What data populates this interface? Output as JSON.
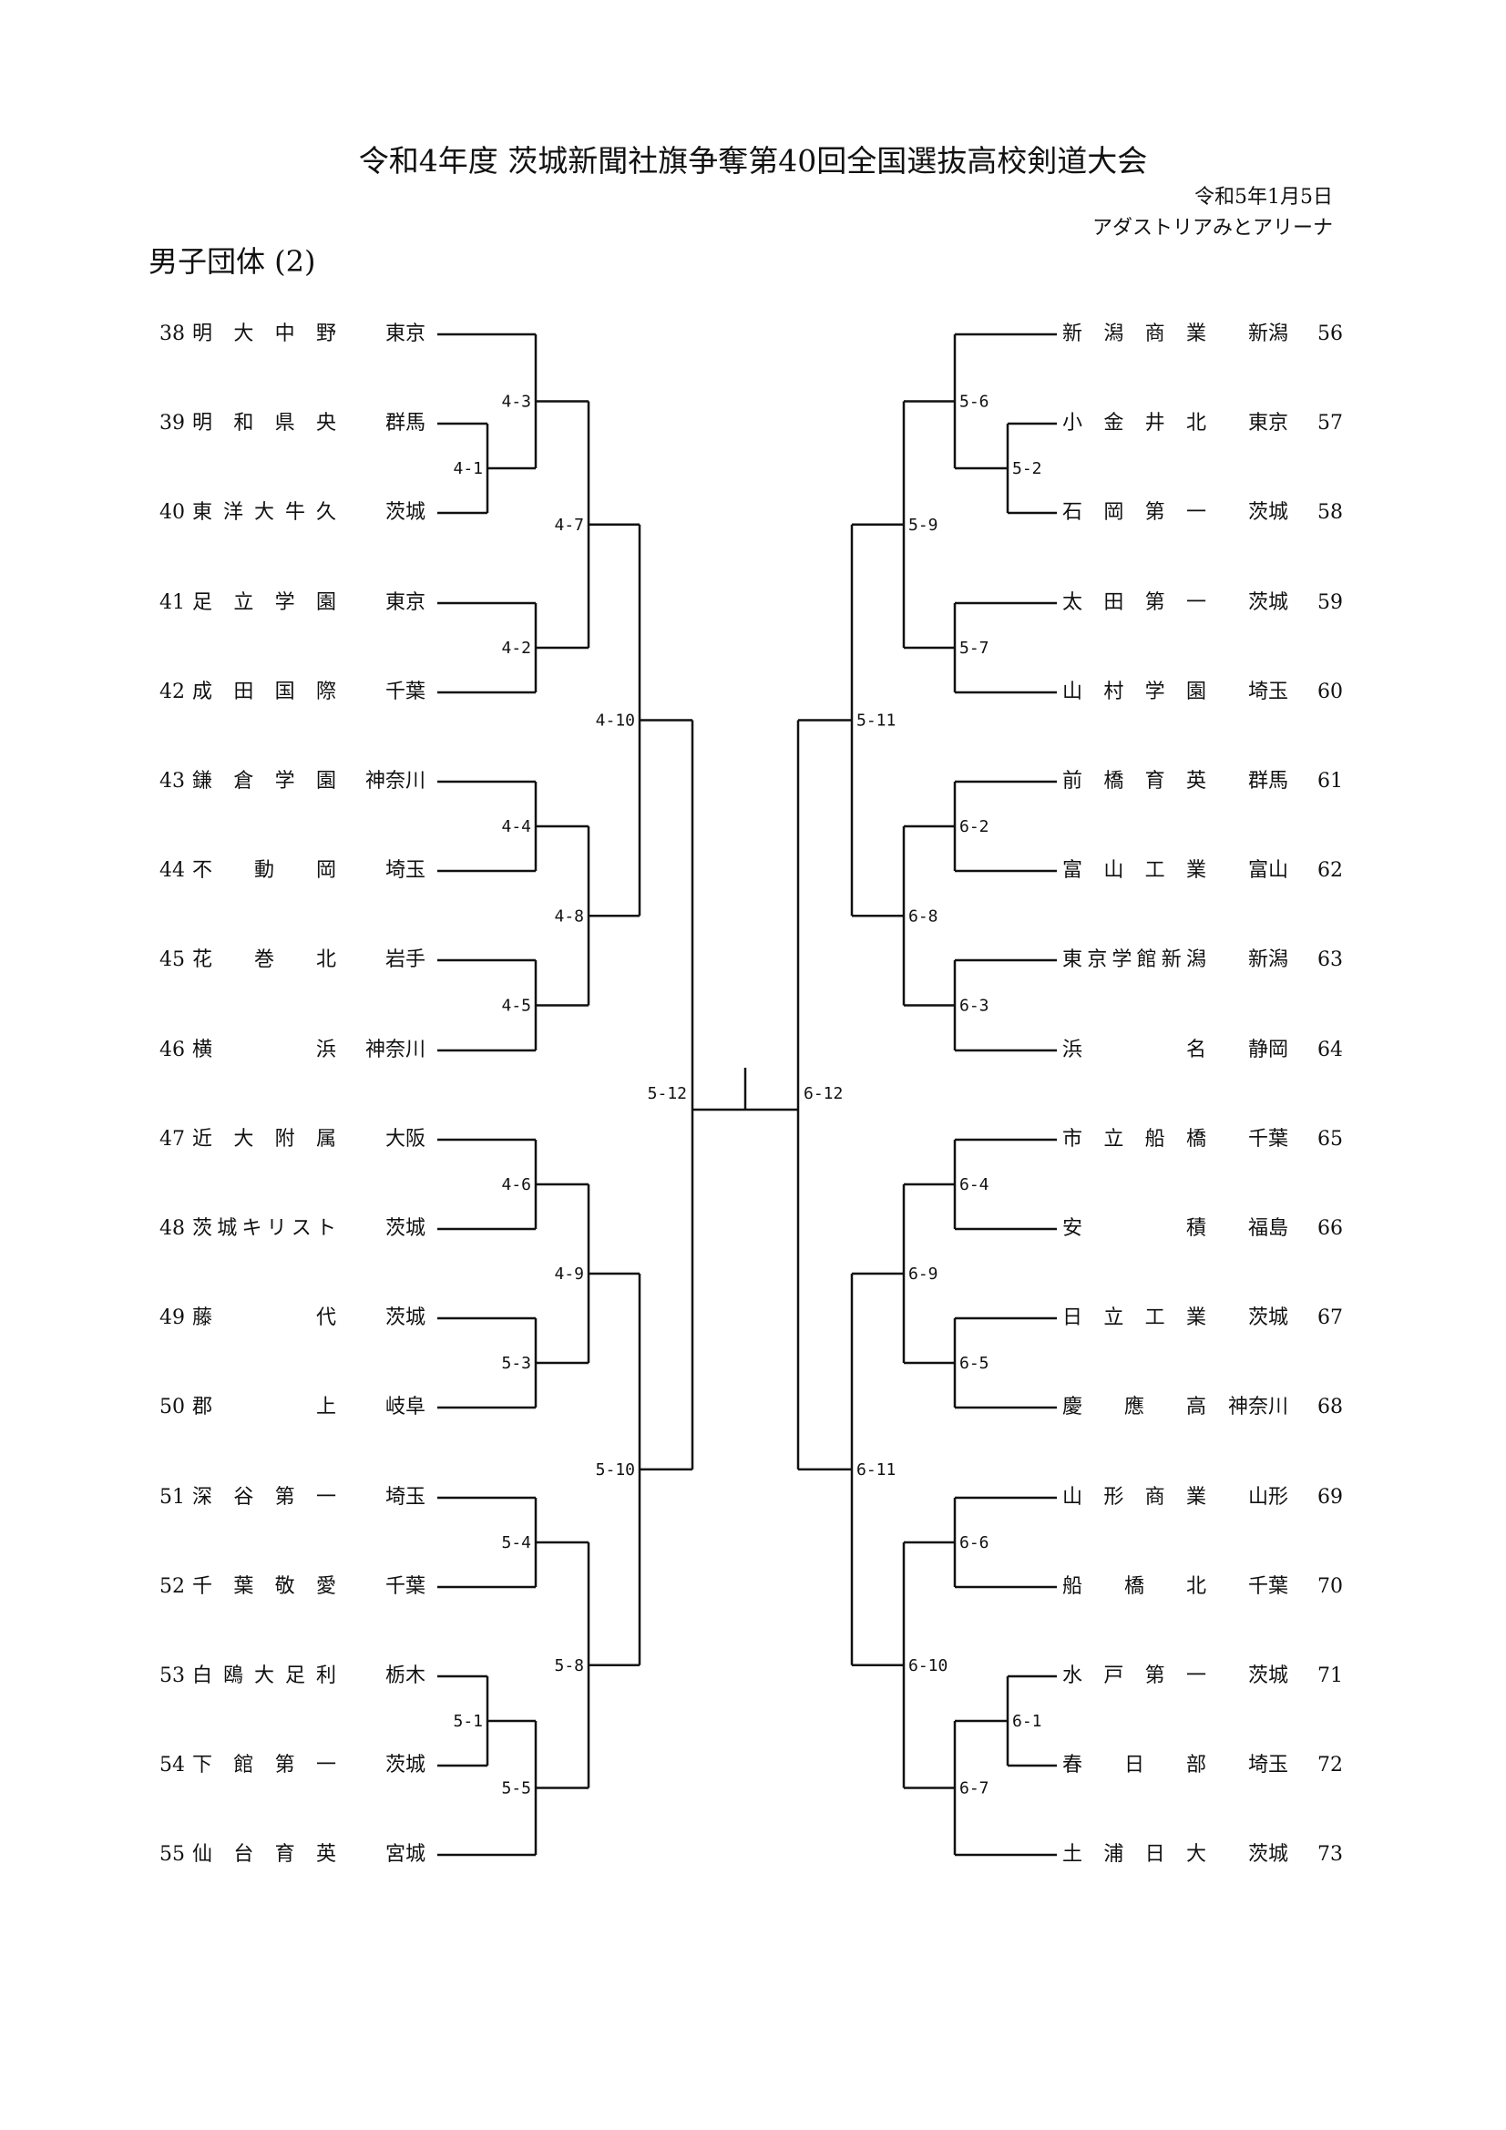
{
  "title": "令和4年度 茨城新聞社旗争奪第40回全国選抜高校剣道大会",
  "date": "令和5年1月5日",
  "venue": "アダストリアみとアリーナ",
  "section": "男子団体 (2)",
  "left_teams": [
    {
      "no": "38",
      "name": "明大中野",
      "pref": "東京"
    },
    {
      "no": "39",
      "name": "明和県央",
      "pref": "群馬"
    },
    {
      "no": "40",
      "name": "東洋大牛久",
      "pref": "茨城"
    },
    {
      "no": "41",
      "name": "足立学園",
      "pref": "東京"
    },
    {
      "no": "42",
      "name": "成田国際",
      "pref": "千葉"
    },
    {
      "no": "43",
      "name": "鎌倉学園",
      "pref": "神奈川"
    },
    {
      "no": "44",
      "name": "不動岡",
      "pref": "埼玉"
    },
    {
      "no": "45",
      "name": "花巻北",
      "pref": "岩手"
    },
    {
      "no": "46",
      "name": "横浜",
      "pref": "神奈川"
    },
    {
      "no": "47",
      "name": "近大附属",
      "pref": "大阪"
    },
    {
      "no": "48",
      "name": "茨城キリスト",
      "pref": "茨城"
    },
    {
      "no": "49",
      "name": "藤代",
      "pref": "茨城"
    },
    {
      "no": "50",
      "name": "郡上",
      "pref": "岐阜"
    },
    {
      "no": "51",
      "name": "深谷第一",
      "pref": "埼玉"
    },
    {
      "no": "52",
      "name": "千葉敬愛",
      "pref": "千葉"
    },
    {
      "no": "53",
      "name": "白鴎大足利",
      "pref": "栃木"
    },
    {
      "no": "54",
      "name": "下館第一",
      "pref": "茨城"
    },
    {
      "no": "55",
      "name": "仙台育英",
      "pref": "宮城"
    }
  ],
  "right_teams": [
    {
      "no": "56",
      "name": "新潟商業",
      "pref": "新潟"
    },
    {
      "no": "57",
      "name": "小金井北",
      "pref": "東京"
    },
    {
      "no": "58",
      "name": "石岡第一",
      "pref": "茨城"
    },
    {
      "no": "59",
      "name": "太田第一",
      "pref": "茨城"
    },
    {
      "no": "60",
      "name": "山村学園",
      "pref": "埼玉"
    },
    {
      "no": "61",
      "name": "前橋育英",
      "pref": "群馬"
    },
    {
      "no": "62",
      "name": "富山工業",
      "pref": "富山"
    },
    {
      "no": "63",
      "name": "東京学館新潟",
      "pref": "新潟"
    },
    {
      "no": "64",
      "name": "浜名",
      "pref": "静岡"
    },
    {
      "no": "65",
      "name": "市立船橋",
      "pref": "千葉"
    },
    {
      "no": "66",
      "name": "安積",
      "pref": "福島"
    },
    {
      "no": "67",
      "name": "日立工業",
      "pref": "茨城"
    },
    {
      "no": "68",
      "name": "慶應高",
      "pref": "神奈川"
    },
    {
      "no": "69",
      "name": "山形商業",
      "pref": "山形"
    },
    {
      "no": "70",
      "name": "船橋北",
      "pref": "千葉"
    },
    {
      "no": "71",
      "name": "水戸第一",
      "pref": "茨城"
    },
    {
      "no": "72",
      "name": "春日部",
      "pref": "埼玉"
    },
    {
      "no": "73",
      "name": "土浦日大",
      "pref": "茨城"
    }
  ],
  "match_labels": {
    "left": [
      {
        "label": "4-1",
        "a": [
          1
        ],
        "b": [
          2
        ]
      },
      {
        "label": "4-3",
        "a": [
          0
        ],
        "b": [
          1,
          2
        ]
      },
      {
        "label": "4-2",
        "a": [
          3
        ],
        "b": [
          4
        ]
      },
      {
        "label": "4-7",
        "a": [
          0,
          1,
          2
        ],
        "b": [
          3,
          4
        ]
      },
      {
        "label": "4-4",
        "a": [
          5
        ],
        "b": [
          6
        ]
      },
      {
        "label": "4-5",
        "a": [
          7
        ],
        "b": [
          8
        ]
      },
      {
        "label": "4-8",
        "a": [
          5,
          6
        ],
        "b": [
          7,
          8
        ]
      },
      {
        "label": "4-10",
        "a": [
          0,
          1,
          2,
          3,
          4
        ],
        "b": [
          5,
          6,
          7,
          8
        ]
      },
      {
        "label": "4-6",
        "a": [
          9
        ],
        "b": [
          10
        ]
      },
      {
        "label": "5-3",
        "a": [
          11
        ],
        "b": [
          12
        ]
      },
      {
        "label": "4-9",
        "a": [
          9,
          10
        ],
        "b": [
          11,
          12
        ]
      },
      {
        "label": "5-4",
        "a": [
          13
        ],
        "b": [
          14
        ]
      },
      {
        "label": "5-1",
        "a": [
          15
        ],
        "b": [
          16
        ]
      },
      {
        "label": "5-5",
        "a": [
          15,
          16
        ],
        "b": [
          17
        ]
      },
      {
        "label": "5-8",
        "a": [
          13,
          14
        ],
        "b": [
          15,
          16,
          17
        ]
      },
      {
        "label": "5-10",
        "a": [
          9,
          10,
          11,
          12
        ],
        "b": [
          13,
          14,
          15,
          16,
          17
        ]
      },
      {
        "label": "5-12",
        "a": [
          0,
          1,
          2,
          3,
          4,
          5,
          6,
          7,
          8
        ],
        "b": [
          9,
          10,
          11,
          12,
          13,
          14,
          15,
          16,
          17
        ]
      }
    ],
    "right": [
      {
        "label": "5-2",
        "a": [
          1
        ],
        "b": [
          2
        ]
      },
      {
        "label": "5-6",
        "a": [
          0
        ],
        "b": [
          1,
          2
        ]
      },
      {
        "label": "5-7",
        "a": [
          3
        ],
        "b": [
          4
        ]
      },
      {
        "label": "5-9",
        "a": [
          0,
          1,
          2
        ],
        "b": [
          3,
          4
        ]
      },
      {
        "label": "6-2",
        "a": [
          5
        ],
        "b": [
          6
        ]
      },
      {
        "label": "6-3",
        "a": [
          7
        ],
        "b": [
          8
        ]
      },
      {
        "label": "6-8",
        "a": [
          5,
          6
        ],
        "b": [
          7,
          8
        ]
      },
      {
        "label": "5-11",
        "a": [
          0,
          1,
          2,
          3,
          4
        ],
        "b": [
          5,
          6,
          7,
          8
        ]
      },
      {
        "label": "6-4",
        "a": [
          9
        ],
        "b": [
          10
        ]
      },
      {
        "label": "6-5",
        "a": [
          11
        ],
        "b": [
          12
        ]
      },
      {
        "label": "6-9",
        "a": [
          9,
          10
        ],
        "b": [
          11,
          12
        ]
      },
      {
        "label": "6-6",
        "a": [
          13
        ],
        "b": [
          14
        ]
      },
      {
        "label": "6-1",
        "a": [
          15
        ],
        "b": [
          16
        ]
      },
      {
        "label": "6-7",
        "a": [
          15,
          16
        ],
        "b": [
          17
        ]
      },
      {
        "label": "6-10",
        "a": [
          13,
          14
        ],
        "b": [
          15,
          16,
          17
        ]
      },
      {
        "label": "6-11",
        "a": [
          9,
          10,
          11,
          12
        ],
        "b": [
          13,
          14,
          15,
          16,
          17
        ]
      },
      {
        "label": "6-12",
        "a": [
          0,
          1,
          2,
          3,
          4,
          5,
          6,
          7,
          8
        ],
        "b": [
          9,
          10,
          11,
          12,
          13,
          14,
          15,
          16,
          17
        ]
      }
    ]
  }
}
